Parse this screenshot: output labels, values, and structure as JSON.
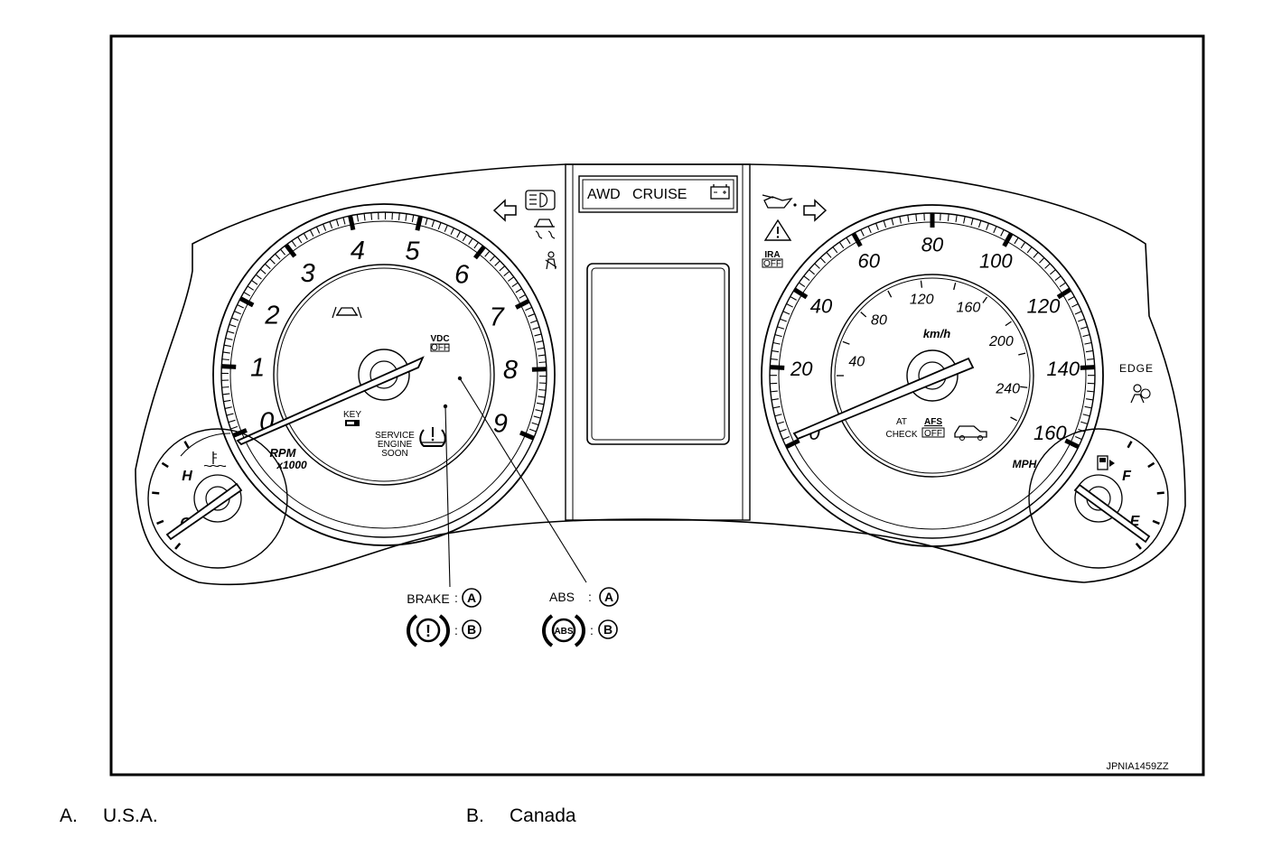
{
  "figure_id": "JPNIA1459ZZ",
  "tachometer": {
    "numbers": [
      "0",
      "1",
      "2",
      "3",
      "4",
      "5",
      "6",
      "7",
      "8",
      "9"
    ],
    "unit": "RPM",
    "multiplier": "x1000",
    "vdc_top": "VDC",
    "vdc_bottom": "OFF",
    "key_label": "KEY",
    "service_line1": "SERVICE",
    "service_line2": "ENGINE",
    "service_line3": "SOON"
  },
  "speedometer": {
    "mph_numbers": [
      "0",
      "20",
      "40",
      "60",
      "80",
      "100",
      "120",
      "140",
      "160"
    ],
    "kmh_numbers": [
      "40",
      "80",
      "120",
      "160",
      "200",
      "240"
    ],
    "kmh_unit": "km/h",
    "mph_unit": "MPH",
    "at_top": "AT",
    "at_bottom": "CHECK",
    "afs_top": "AFS",
    "afs_bottom": "OFF"
  },
  "center_display": {
    "awd": "AWD",
    "cruise": "CRUISE"
  },
  "temp_gauge": {
    "hot": "H",
    "cold": "C"
  },
  "fuel_gauge": {
    "full": "F",
    "empty": "E"
  },
  "indicators": {
    "ira_top": "IRA",
    "ira_bottom": "OFF",
    "edge": "EDGE"
  },
  "callouts": {
    "brake_label": "BRAKE",
    "abs_label": "ABS",
    "sep": ":",
    "letter_a": "A",
    "letter_b": "B",
    "abs_icon_text": "ABS",
    "brake_icon_text": "!"
  },
  "legend": [
    {
      "key": "A.",
      "value": "U.S.A."
    },
    {
      "key": "B.",
      "value": "Canada"
    }
  ],
  "colors": {
    "line": "#000000",
    "background": "#ffffff"
  }
}
